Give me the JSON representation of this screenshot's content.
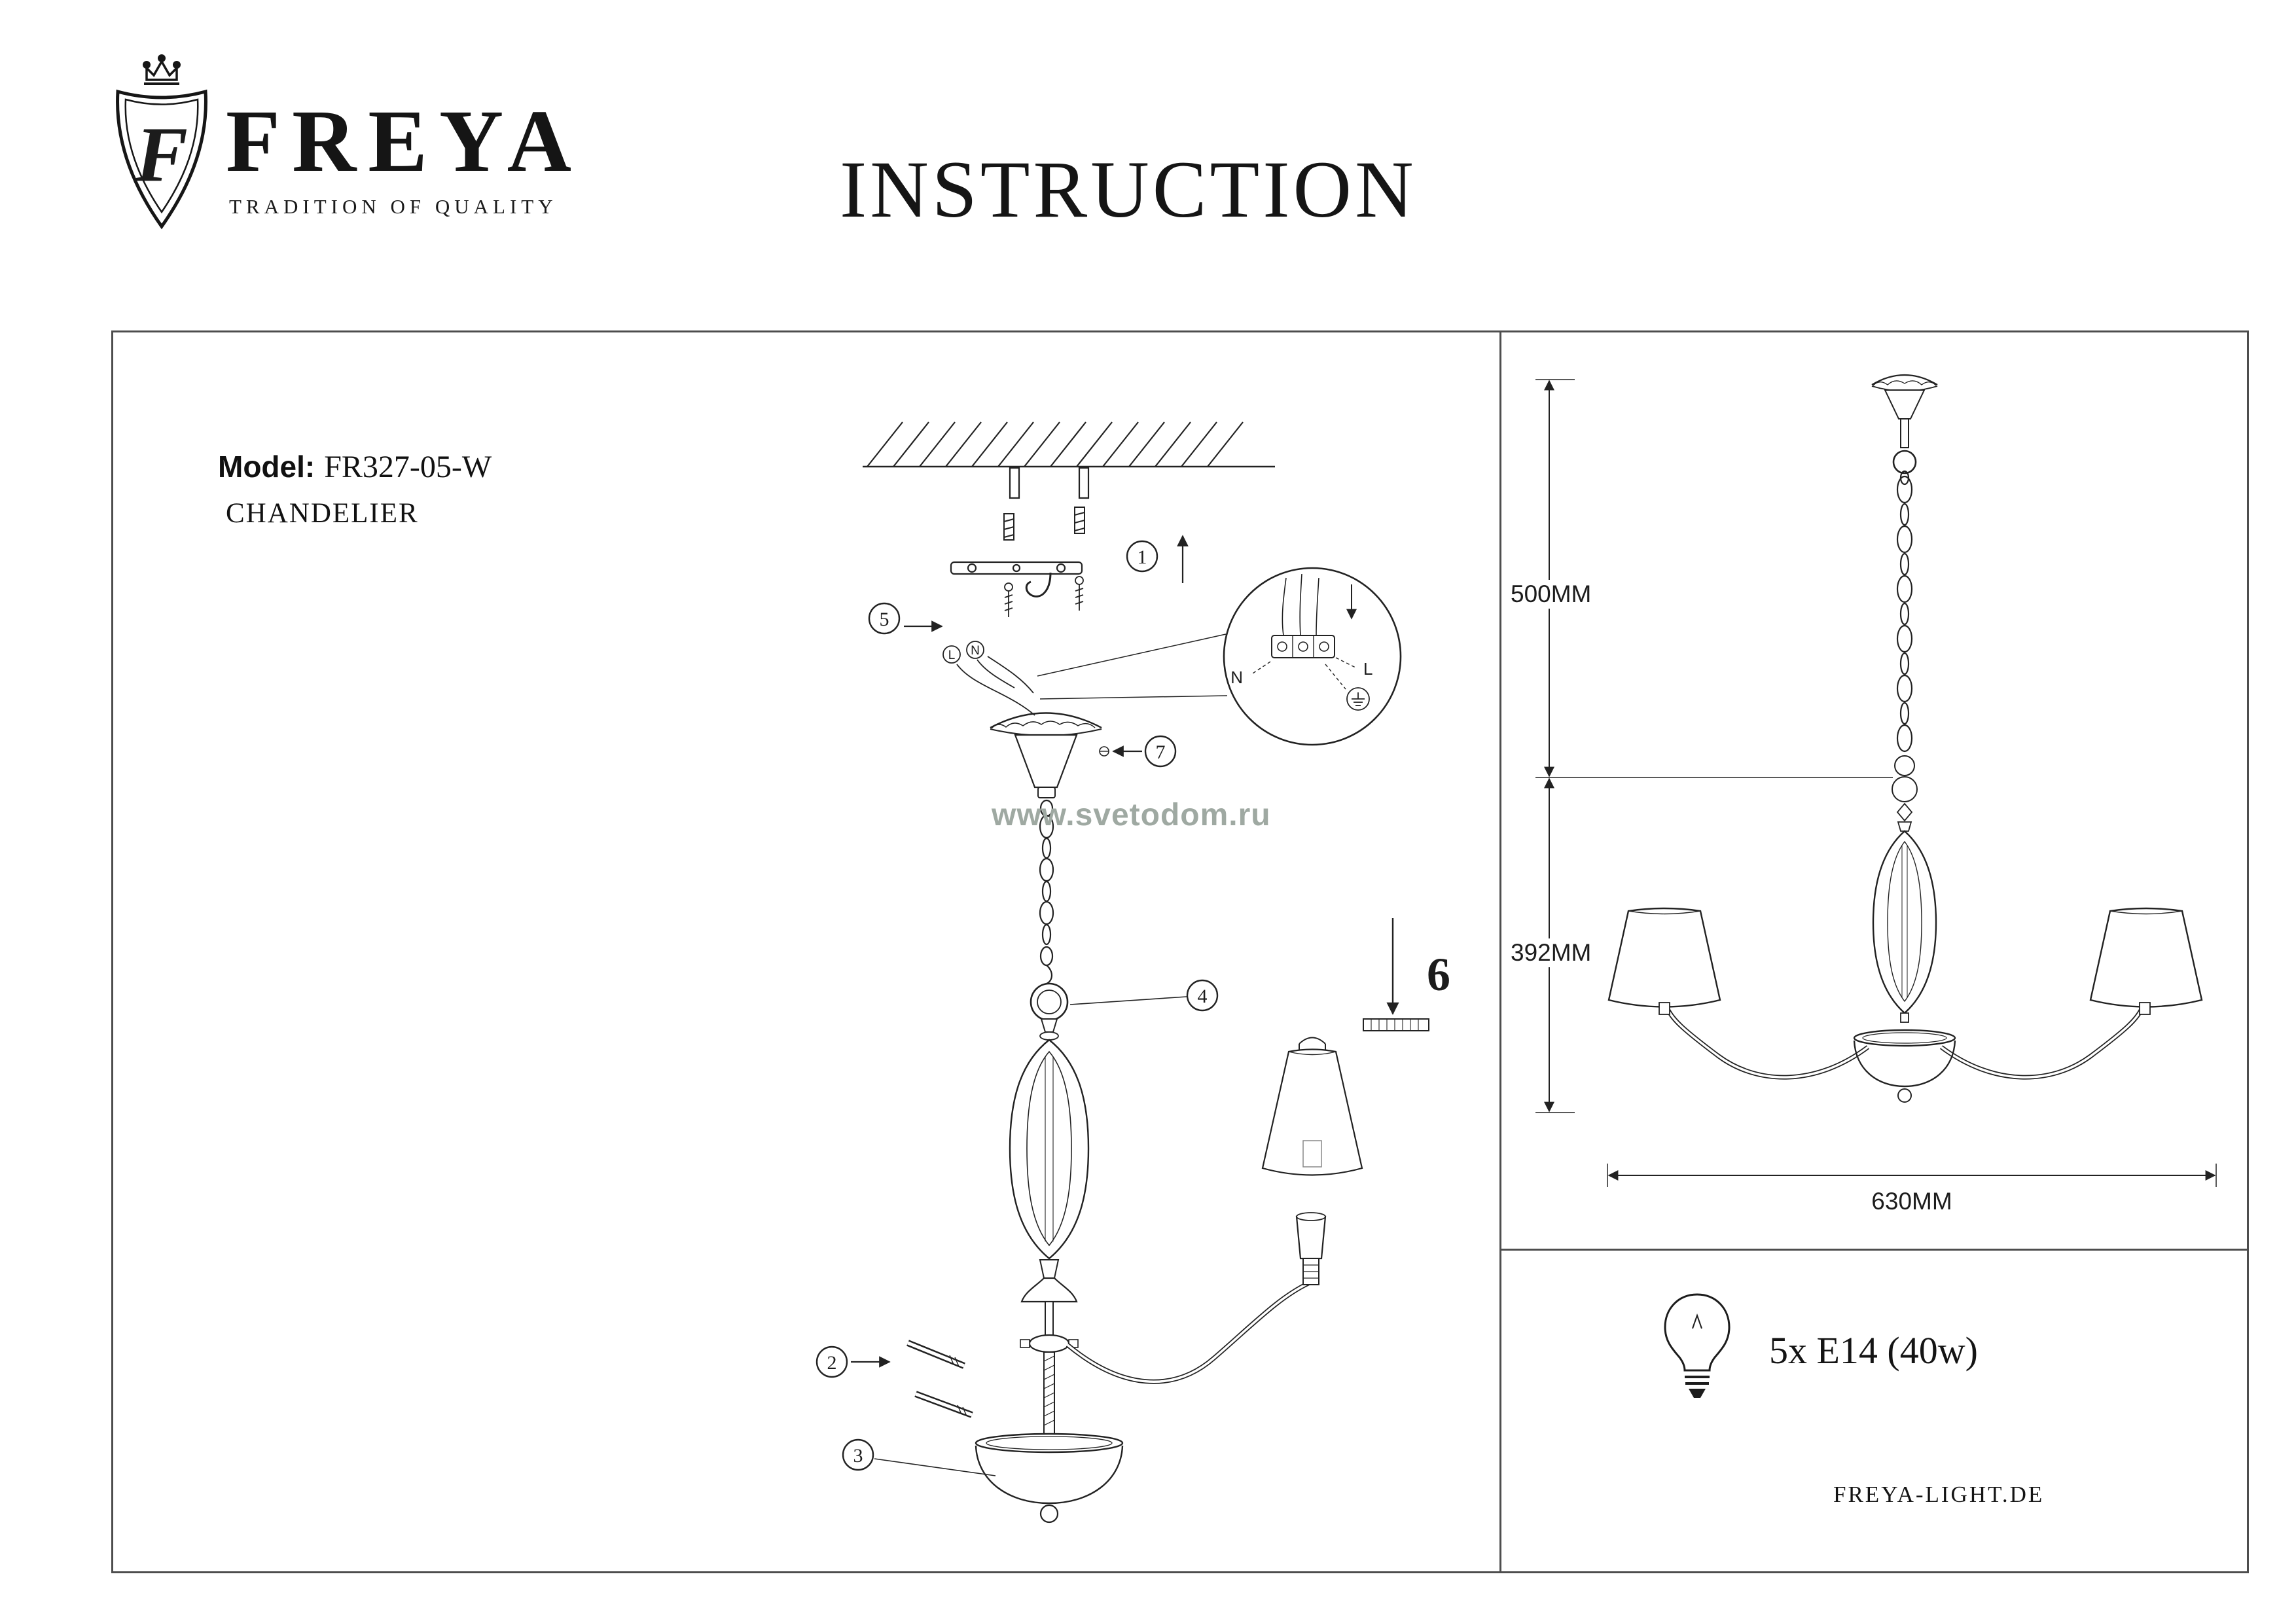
{
  "header": {
    "brand": "FREYA",
    "tagline": "TRADITION OF QUALITY",
    "title": "INSTRUCTION"
  },
  "product": {
    "model_label": "Model:",
    "model_value": "FR327-05-W",
    "type": "CHANDELIER"
  },
  "watermark": "www.svetodom.ru",
  "steps": [
    "1",
    "2",
    "3",
    "4",
    "5",
    "6",
    "7"
  ],
  "wiring": {
    "n": "N",
    "l": "L"
  },
  "dimensions": {
    "chain_height": "500MM",
    "body_height": "392MM",
    "width": "630MM"
  },
  "bulb": {
    "spec": "5x E14 (40w)"
  },
  "footer": {
    "website": "FREYA-LIGHT.DE"
  }
}
